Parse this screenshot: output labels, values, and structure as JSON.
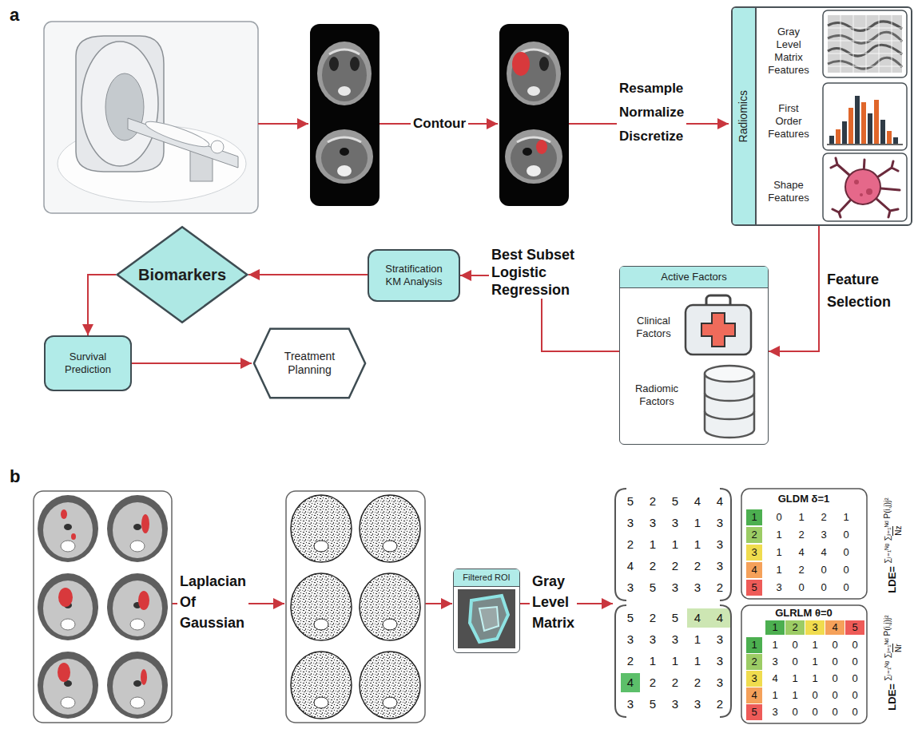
{
  "diagram": {
    "nodes": [
      {
        "text": [
          "Radiomics"
        ]
      },
      {
        "text": [
          "Gray Level Matrix Features"
        ],
        "in": 0
      },
      {
        "text": [
          "First Order Features"
        ],
        "in": 0
      },
      {
        "text": [
          "Shape Features"
        ],
        "in": 0
      },
      {
        "text": [
          "Active Factors"
        ]
      },
      {
        "text": [
          "Clinical Factors"
        ],
        "in": 4
      },
      {
        "text": [
          "Radiomic Factors"
        ],
        "in": 4
      },
      {
        "text": [
          "Stratification KM Analysis"
        ]
      },
      {
        "text": [
          "Biomarkers"
        ]
      },
      {
        "text": [
          "Survival Prediction"
        ]
      },
      {
        "text": [
          "Treatment Planning"
        ]
      },
      {
        "text": [
          "Filtered ROI"
        ]
      }
    ],
    "edges": [
      {
        "from": 0,
        "to": 4,
        "label": "Feature Selection",
        "arrow": "to"
      },
      {
        "from": 4,
        "to": 7,
        "label": "Best Subset Logistic Regression",
        "arrow": "to"
      },
      {
        "from": 7,
        "to": 8,
        "arrow": "to"
      },
      {
        "from": 8,
        "to": 9,
        "arrow": "to"
      },
      {
        "from": 9,
        "to": 10,
        "arrow": "to"
      }
    ],
    "labels": [
      "a",
      "Contour",
      "Resample Normalize Discretize",
      "b",
      "Laplacian Of Gaussian",
      "Gray Level Matrix",
      "5",
      "2",
      "5",
      "4",
      "4",
      "3",
      "3",
      "3",
      "1",
      "3",
      "2",
      "1",
      "1",
      "1",
      "3",
      "4",
      "2",
      "2",
      "2",
      "3",
      "3",
      "5",
      "3",
      "3",
      "2",
      "5",
      "2",
      "5",
      "4",
      "4",
      "3",
      "3",
      "3",
      "1",
      "3",
      "2",
      "1",
      "1",
      "1",
      "3",
      "4",
      "2",
      "2",
      "2",
      "3",
      "3",
      "5",
      "3",
      "3",
      "2",
      "GLDM δ=1",
      "1",
      "0",
      "1",
      "2",
      "1",
      "2",
      "1",
      "2",
      "3",
      "0",
      "3",
      "1",
      "4",
      "4",
      "0",
      "4",
      "1",
      "2",
      "0",
      "0",
      "5",
      "3",
      "0",
      "0",
      "0",
      "LDE=",
      "∑ᵢ₌₁ᴺᵍ ∑ⱼ₌₁ᴺᵈ P(i,j)j²",
      "Nz",
      "GLRLM θ=0",
      "1",
      "2",
      "3",
      "4",
      "5",
      "1",
      "1",
      "0",
      "1",
      "0",
      "0",
      "2",
      "3",
      "0",
      "1",
      "0",
      "0",
      "3",
      "4",
      "1",
      "1",
      "0",
      "0",
      "4",
      "1",
      "1",
      "0",
      "0",
      "0",
      "5",
      "3",
      "0",
      "0",
      "0",
      "0",
      "LDE=",
      "∑ᵢ₌₁ᴺᵍ ∑ⱼ₌₁ᴺᵈ P(i,j)j²",
      "Nr"
    ]
  }
}
